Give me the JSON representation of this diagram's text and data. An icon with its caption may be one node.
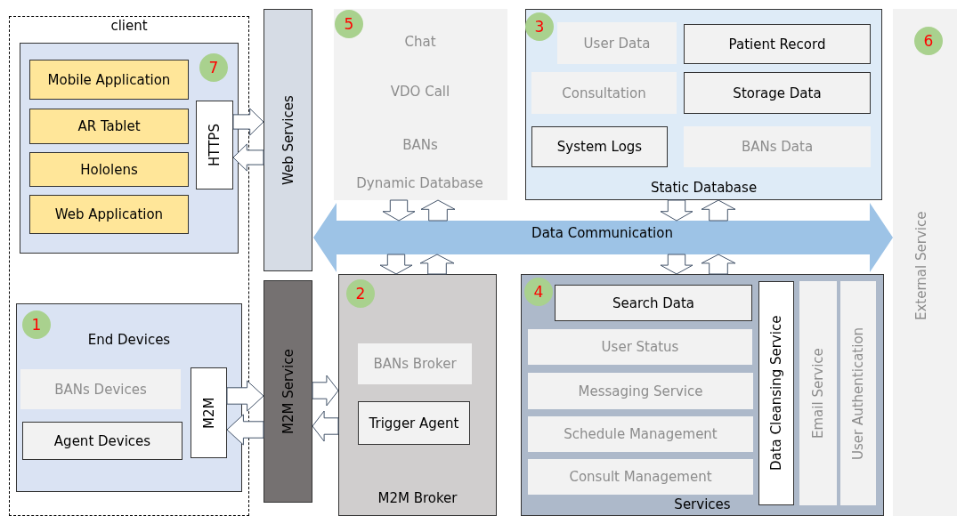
{
  "diagram": {
    "nodes": [
      {
        "text": [
          "client"
        ]
      },
      {
        "text": [],
        "shape": "box",
        "in": 0
      },
      {
        "text": [
          "7"
        ],
        "in": 1
      },
      {
        "text": [
          "Mobile Application"
        ],
        "in": 1
      },
      {
        "text": [
          "AR Tablet"
        ],
        "in": 1
      },
      {
        "text": [
          "Hololens"
        ],
        "in": 1
      },
      {
        "text": [
          "Web Application"
        ],
        "in": 1
      },
      {
        "text": [
          "HTTPS"
        ],
        "in": 1
      },
      {
        "text": [
          "End Devices"
        ],
        "in": 0
      },
      {
        "text": [
          "1"
        ],
        "in": 8
      },
      {
        "text": [
          "BANs Devices"
        ],
        "in": 8
      },
      {
        "text": [
          "Agent Devices"
        ],
        "in": 8
      },
      {
        "text": [
          "M2M"
        ],
        "in": 8
      },
      {
        "text": [
          "Web Services"
        ]
      },
      {
        "text": [
          "M2M Service"
        ]
      },
      {
        "text": [
          "Dynamic Database"
        ]
      },
      {
        "text": [
          "5"
        ],
        "in": 15
      },
      {
        "text": [
          "Chat"
        ],
        "in": 15
      },
      {
        "text": [
          "VDO Call"
        ],
        "in": 15
      },
      {
        "text": [
          "BANs"
        ],
        "in": 15
      },
      {
        "text": [
          "Static Database"
        ]
      },
      {
        "text": [
          "3"
        ],
        "in": 20
      },
      {
        "text": [
          "User Data"
        ],
        "in": 20
      },
      {
        "text": [
          "Patient Record"
        ],
        "in": 20
      },
      {
        "text": [
          "Consultation"
        ],
        "in": 20
      },
      {
        "text": [
          "Storage Data"
        ],
        "in": 20
      },
      {
        "text": [
          "System Logs"
        ],
        "in": 20
      },
      {
        "text": [
          "BANs Data"
        ],
        "in": 20
      },
      {
        "text": [
          "External Service"
        ]
      },
      {
        "text": [
          "6"
        ],
        "in": 28
      },
      {
        "text": [
          "Data Communication"
        ]
      },
      {
        "text": [
          "M2M Broker"
        ]
      },
      {
        "text": [
          "2"
        ],
        "in": 31
      },
      {
        "text": [
          "BANs Broker"
        ],
        "in": 31
      },
      {
        "text": [
          "Trigger Agent"
        ],
        "in": 31
      },
      {
        "text": [
          "Services"
        ]
      },
      {
        "text": [
          "4"
        ],
        "in": 35
      },
      {
        "text": [
          "Search Data"
        ],
        "in": 35
      },
      {
        "text": [
          "User Status"
        ],
        "in": 35
      },
      {
        "text": [
          "Messaging Service"
        ],
        "in": 35
      },
      {
        "text": [
          "Schedule Management"
        ],
        "in": 35
      },
      {
        "text": [
          "Consult Management"
        ],
        "in": 35
      },
      {
        "text": [
          "Data Cleansing Service"
        ],
        "in": 35
      },
      {
        "text": [
          "Email Service"
        ],
        "in": 35
      },
      {
        "text": [
          "User Authentication"
        ],
        "in": 35
      }
    ],
    "edges": [
      {
        "from": 7,
        "to": 13,
        "arrow": "to"
      },
      {
        "from": 13,
        "to": 7,
        "arrow": "to"
      },
      {
        "from": 12,
        "to": 14,
        "arrow": "to"
      },
      {
        "from": 14,
        "to": 12,
        "arrow": "to"
      },
      {
        "from": 14,
        "to": 31,
        "arrow": "to"
      },
      {
        "from": 31,
        "to": 14,
        "arrow": "to"
      },
      {
        "from": 15,
        "to": 30,
        "arrow": "to"
      },
      {
        "from": 30,
        "to": 15,
        "arrow": "to"
      },
      {
        "from": 20,
        "to": 30,
        "arrow": "to"
      },
      {
        "from": 30,
        "to": 20,
        "arrow": "to"
      },
      {
        "from": 30,
        "to": 31,
        "arrow": "to"
      },
      {
        "from": 31,
        "to": 30,
        "arrow": "to"
      },
      {
        "from": 30,
        "to": 35,
        "arrow": "to"
      },
      {
        "from": 35,
        "to": 30,
        "arrow": "to"
      }
    ]
  }
}
